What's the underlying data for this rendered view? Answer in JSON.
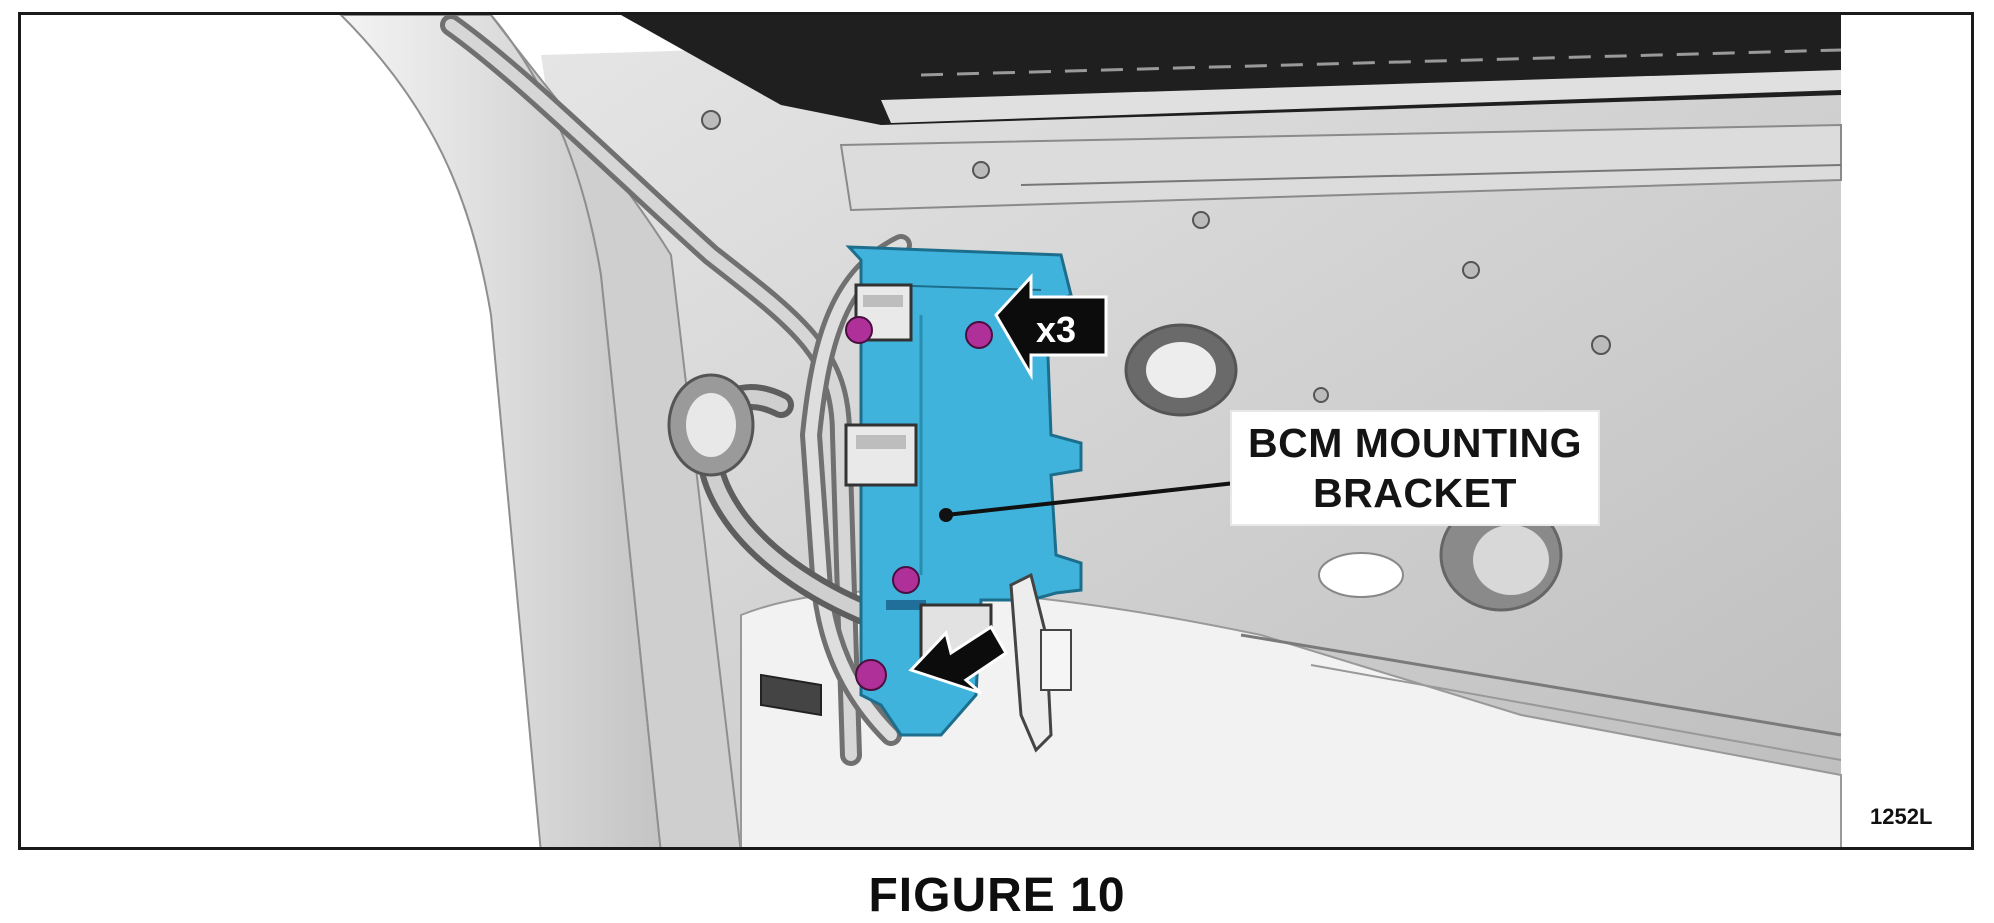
{
  "figure": {
    "title": "FIGURE 10",
    "reference_code": "1252L"
  },
  "callouts": {
    "bracket_label_line1": "BCM MOUNTING",
    "bracket_label_line2": "BRACKET",
    "fastener_count_label": "x3"
  },
  "colors": {
    "bracket": "#3fb3dc",
    "fastener": "#b0309a",
    "background_panel": "#d4d4d4",
    "roof": "#1f1f1f",
    "arrow": "#0c0c0c"
  }
}
